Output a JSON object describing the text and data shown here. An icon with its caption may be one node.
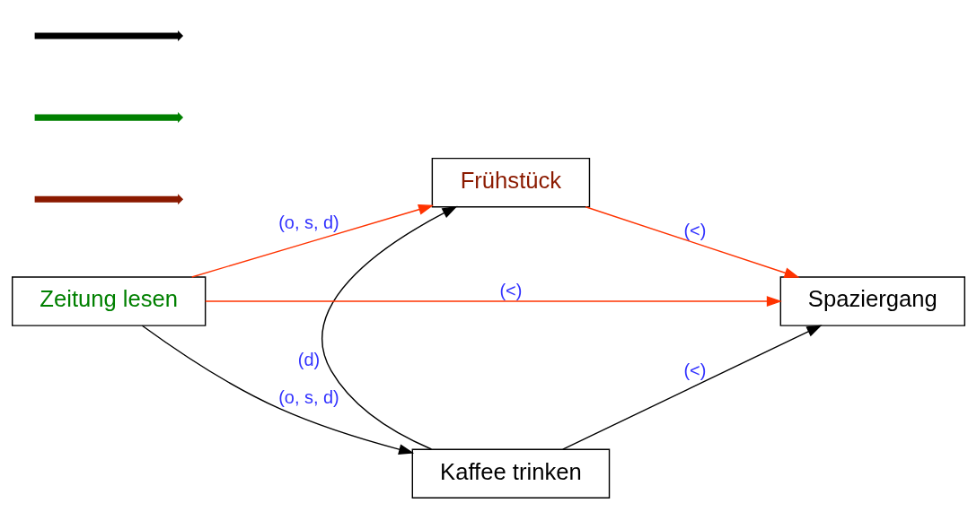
{
  "diagram": {
    "nodes": [
      {
        "text": [
          "Frühstück"
        ]
      },
      {
        "text": [
          "Zeitung lesen"
        ]
      },
      {
        "text": [
          "Spaziergang"
        ]
      },
      {
        "text": [
          "Kaffee trinken"
        ]
      },
      {
        "text": [],
        "shape": "arrow"
      },
      {
        "text": [],
        "shape": "arrow"
      },
      {
        "text": [],
        "shape": "arrow"
      }
    ],
    "edges": [
      {
        "from": 1,
        "to": 0,
        "arrow": "to",
        "label": "(o, s, d)",
        "color": "#ff3300"
      },
      {
        "from": 0,
        "to": 2,
        "arrow": "to",
        "label": "(<)",
        "color": "#ff3300"
      },
      {
        "from": 1,
        "to": 2,
        "arrow": "to",
        "label": "(<)",
        "color": "#ff3300"
      },
      {
        "from": 1,
        "to": 3,
        "arrow": "to",
        "label": "(o, s, d)",
        "color": "#000000"
      },
      {
        "from": 3,
        "to": 0,
        "arrow": "to",
        "label": "(d)",
        "color": "#000000"
      },
      {
        "from": 3,
        "to": 2,
        "arrow": "to",
        "label": "(<)",
        "color": "#000000"
      }
    ]
  }
}
